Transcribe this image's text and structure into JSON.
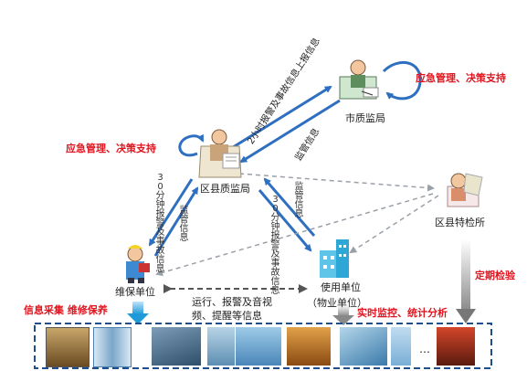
{
  "nodes": {
    "city": "市质监局",
    "district": "区县质监局",
    "inspection": "区县特检所",
    "maintenance": "维保单位",
    "user_unit": "使用单位",
    "user_unit_sub": "（物业单位）"
  },
  "notes": {
    "emergency_city": "应急管理、决策支持",
    "emergency_district": "应急管理、决策支持",
    "periodic_inspection": "定期检验",
    "info_collection": "信息采集 维修保养",
    "realtime_monitor": "实时监控、统计分析",
    "operation_info_line1": "运行、报警及音视",
    "operation_info_line2": "频、提醒等信息"
  },
  "flows": {
    "district_to_city": "2小时报警及事故信息上报信息",
    "city_to_district": "监管信息",
    "maintenance_to_district": "30分钟报警及事故信息",
    "district_to_maintenance": "监管信息",
    "user_to_district": "30分钟报警及事故信息",
    "district_to_user": "监管信息"
  },
  "strip_ellipsis": "…",
  "colors": {
    "arrow_blue": "#2f6fc0",
    "dashed_gray": "#9aa0a8",
    "red_text": "#e0141e",
    "strip_border": "#1f4e8c"
  }
}
